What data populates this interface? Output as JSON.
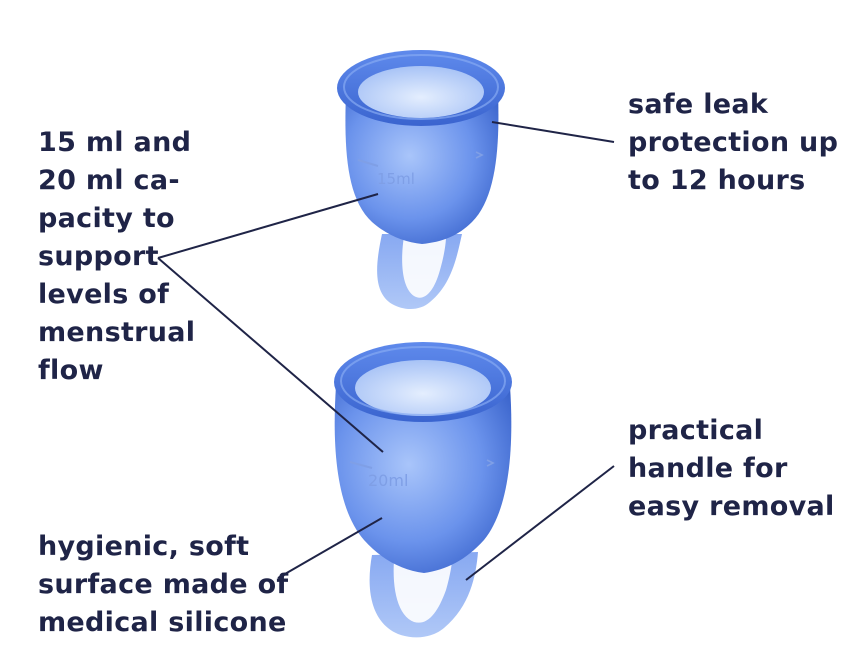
{
  "callouts": {
    "capacity": {
      "lines": [
        "15 ml and",
        "20 ml ca-",
        "pacity to",
        "support",
        "levels of",
        "menstrual",
        "flow"
      ]
    },
    "leak": {
      "lines": [
        "safe leak",
        "protection up",
        "to 12 hours"
      ]
    },
    "handle": {
      "lines": [
        "practical",
        "handle for",
        "easy removal"
      ]
    },
    "hygiene": {
      "lines": [
        "hygienic, soft",
        "surface made of",
        "medical silicone"
      ]
    }
  },
  "cups": {
    "small": {
      "measure_mark": "15ml"
    },
    "large": {
      "measure_mark": "20ml"
    }
  },
  "colors": {
    "text": "#1f2447",
    "cup_light": "#9dbcf7",
    "cup_mid": "#4f7fe6",
    "cup_dark": "#2b56c2",
    "leader_line": "#1f2447"
  }
}
